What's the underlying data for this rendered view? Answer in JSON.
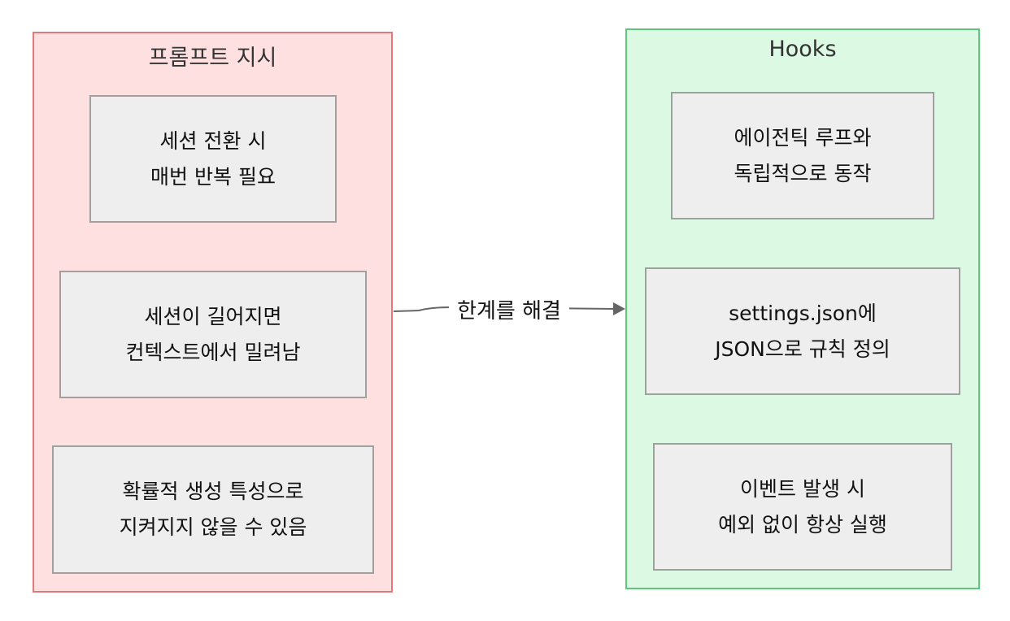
{
  "left_group": {
    "title": "프롬프트 지시",
    "nodes": [
      {
        "line1": "세션 전환 시",
        "line2": "매번 반복 필요"
      },
      {
        "line1": "세션이 길어지면",
        "line2": "컨텍스트에서 밀려남"
      },
      {
        "line1": "확률적 생성 특성으로",
        "line2": "지켜지지 않을 수 있음"
      }
    ]
  },
  "right_group": {
    "title": "Hooks",
    "nodes": [
      {
        "line1": "에이전틱 루프와",
        "line2": "독립적으로 동작"
      },
      {
        "line1": "settings.json에",
        "line2": "JSON으로 규칙 정의"
      },
      {
        "line1": "이벤트 발생 시",
        "line2": "예외 없이 항상 실행"
      }
    ]
  },
  "edge": {
    "label": "한계를 해결"
  },
  "colors": {
    "left_fill": "#ffe0e0",
    "left_border": "#e07a7a",
    "right_fill": "#dcf9e3",
    "right_border": "#5cc97a",
    "node_fill": "#eeeeee",
    "node_border": "#a0a0a0",
    "edge": "#666666"
  }
}
